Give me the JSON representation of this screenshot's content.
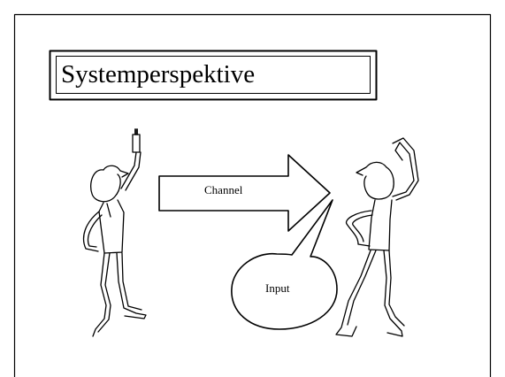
{
  "slide": {
    "title": "Systemperspektive",
    "arrow_label": "Channel",
    "bubble_label": "Input"
  },
  "figures": {
    "sender": "stick-figure-sender",
    "receiver": "stick-figure-receiver"
  },
  "colors": {
    "ink": "#000000",
    "background": "#ffffff",
    "frame": "#000000"
  }
}
